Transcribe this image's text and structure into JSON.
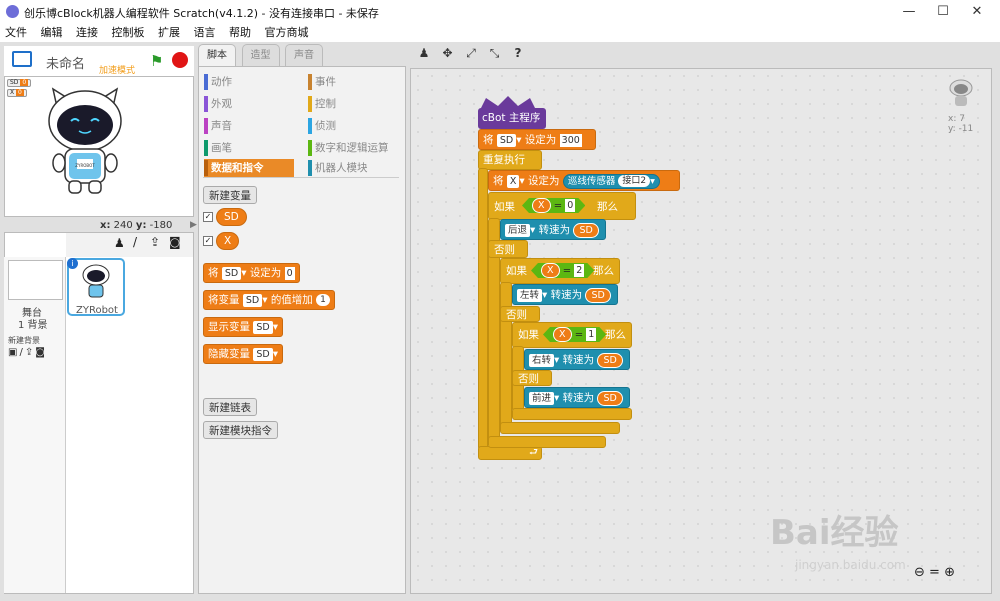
{
  "window": {
    "title": "创乐博cBlock机器人编程软件 Scratch(v4.1.2) - 没有连接串口 - 未保存",
    "minimize": "—",
    "maximize": "☐",
    "close": "✕"
  },
  "menu": [
    "文件",
    "编辑",
    "连接",
    "控制板",
    "扩展",
    "语言",
    "帮助",
    "官方商城"
  ],
  "stage": {
    "project_name": "未命名",
    "turbo_label": "加速模式",
    "var_monitors": [
      {
        "name": "SD",
        "value": "0"
      },
      {
        "name": "X",
        "value": "0"
      }
    ],
    "robot_screen_text": "ZYROBOT",
    "x_label": "x:",
    "x_value": "240",
    "y_label": "y:",
    "y_value": "-180"
  },
  "sprites": {
    "stage_label": "舞台",
    "backdrop_count": "1 背景",
    "new_backdrop_label": "新建背景",
    "sprite_name": "ZYRobot",
    "info_badge": "i"
  },
  "tabs": [
    "脚本",
    "造型",
    "声音"
  ],
  "categories": {
    "left": [
      {
        "label": "动作",
        "color": "#4a6cd4"
      },
      {
        "label": "外观",
        "color": "#8a55d7"
      },
      {
        "label": "声音",
        "color": "#bb42c3"
      },
      {
        "label": "画笔",
        "color": "#0e9a6c"
      },
      {
        "label": "数据和指令",
        "color": "#ee7d16"
      }
    ],
    "right": [
      {
        "label": "事件",
        "color": "#c88330"
      },
      {
        "label": "控制",
        "color": "#e1a91a"
      },
      {
        "label": "侦测",
        "color": "#2ca5e2"
      },
      {
        "label": "数字和逻辑运算",
        "color": "#5cb712"
      },
      {
        "label": "机器人模块",
        "color": "#1f8fae"
      }
    ]
  },
  "palette": {
    "new_variable": "新建变量",
    "vars": [
      "SD",
      "X"
    ],
    "set_block": {
      "pre": "将",
      "var": "SD",
      "post": "设定为",
      "value": "0"
    },
    "change_block": {
      "pre": "将变量",
      "var": "SD",
      "post": "的值增加",
      "value": "1"
    },
    "show_block": {
      "pre": "显示变量",
      "var": "SD"
    },
    "hide_block": {
      "pre": "隐藏变量",
      "var": "SD"
    },
    "new_list": "新建链表",
    "new_block": "新建模块指令"
  },
  "script": {
    "hat": "cBot 主程序",
    "set_sd": {
      "pre": "将",
      "var": "SD",
      "post": "设定为",
      "value": "300"
    },
    "forever": "重复执行",
    "set_x": {
      "pre": "将",
      "var": "X",
      "post": "设定为",
      "sensor": "巡线传感器",
      "port": "接口2"
    },
    "if1": {
      "if": "如果",
      "var": "X",
      "op": "=",
      "value": "0",
      "then": "那么"
    },
    "back": {
      "dir": "后退",
      "label": "转速为",
      "var": "SD"
    },
    "else1": "否则",
    "if2": {
      "if": "如果",
      "var": "X",
      "op": "=",
      "value": "2",
      "then": "那么"
    },
    "left": {
      "dir": "左转",
      "label": "转速为",
      "var": "SD"
    },
    "else2": "否则",
    "if3": {
      "if": "如果",
      "var": "X",
      "op": "=",
      "value": "1",
      "then": "那么"
    },
    "right": {
      "dir": "右转",
      "label": "转速为",
      "var": "SD"
    },
    "else3": "否则",
    "forward": {
      "dir": "前进",
      "label": "转速为",
      "var": "SD"
    },
    "loop_arrow": "⮐"
  },
  "sprite_info": {
    "x": "x: 7",
    "y": "y: -11"
  },
  "toolbar_icons": [
    "stamp-icon",
    "move-icon",
    "grow-icon",
    "shrink-icon",
    "help-icon"
  ],
  "zoom": {
    "out": "🔍−",
    "reset": "=",
    "in": "🔍+"
  },
  "watermark": {
    "text": "Bai经验",
    "sub": "jingyan.baidu.com"
  }
}
